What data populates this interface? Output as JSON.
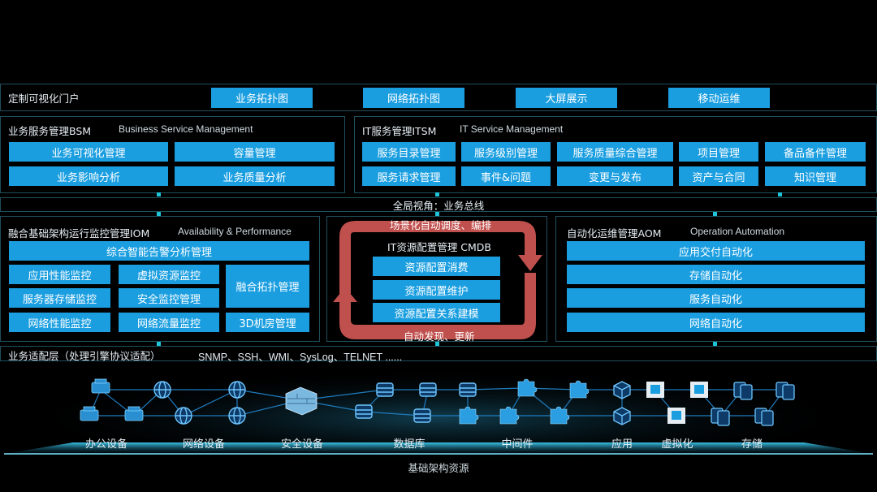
{
  "portal": {
    "label": "定制可视化门户",
    "buttons": [
      "业务拓扑图",
      "网络拓扑图",
      "大屏展示",
      "移动运维"
    ]
  },
  "bsm": {
    "title": "业务服务管理BSM",
    "subtitle": "Business Service Management",
    "buttons": [
      "业务可视化管理",
      "容量管理",
      "业务影响分析",
      "业务质量分析"
    ]
  },
  "itsm": {
    "title": "IT服务管理ITSM",
    "subtitle": "IT Service Management",
    "row1": [
      "服务目录管理",
      "服务级别管理",
      "服务质量综合管理",
      "项目管理",
      "备品备件管理"
    ],
    "row2": [
      "服务请求管理",
      "事件&问题",
      "变更与发布",
      "资产与合同",
      "知识管理"
    ]
  },
  "global_bus": "全局视角：业务总线",
  "iom": {
    "title": "融合基础架构运行监控管理IOM",
    "subtitle": "Availability & Performance",
    "top_button": "综合智能告警分析管理",
    "grid": [
      "应用性能监控",
      "虚拟资源监控",
      "服务器存储监控",
      "安全监控管理",
      "网络性能监控",
      "网络流量监控"
    ],
    "topology": "融合拓扑管理",
    "room": "3D机房管理"
  },
  "cmdb": {
    "top_label": "场景化自动调度、编排",
    "title": "IT资源配置管理 CMDB",
    "buttons": [
      "资源配置消费",
      "资源配置维护",
      "资源配置关系建模"
    ],
    "bottom_label": "自动发现、更新"
  },
  "aom": {
    "title": "自动化运维管理AOM",
    "subtitle": "Operation Automation",
    "buttons": [
      "应用交付自动化",
      "存储自动化",
      "服务自动化",
      "网络自动化"
    ]
  },
  "adapter": {
    "label": "业务适配层（处理引擎协议适配）",
    "protocols": "SNMP、SSH、WMI、SysLog、TELNET ......"
  },
  "infra": {
    "categories": [
      "办公设备",
      "网络设备",
      "安全设备",
      "数据库",
      "中间件",
      "应用",
      "虚拟化",
      "存储"
    ],
    "base_label": "基础架构资源"
  },
  "colors": {
    "button": "#1a9ee0",
    "frame": "#1f4f5c",
    "cycle": "#c0504d",
    "connector": "#1fc4d8"
  },
  "icons": [
    "printer-icon",
    "globe-icon",
    "firewall-icon",
    "database-icon",
    "puzzle-icon",
    "cube-icon",
    "virtual-box-icon",
    "storage-icon"
  ]
}
